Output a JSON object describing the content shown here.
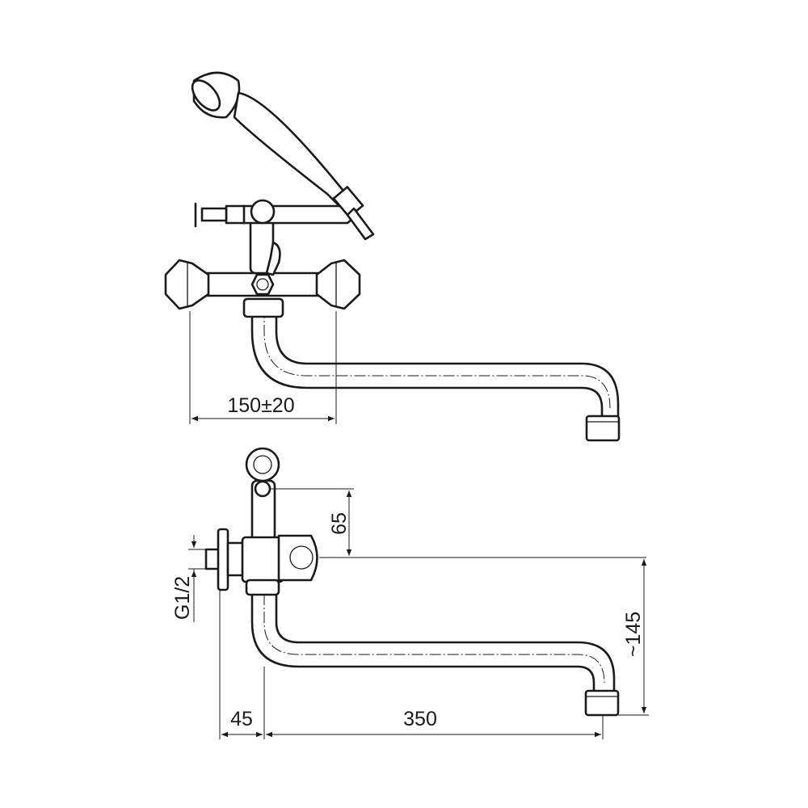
{
  "drawing": {
    "front_view": {
      "width_dimension": "150±20"
    },
    "side_view": {
      "holder_height": "65",
      "thread": "G1/2",
      "spout_drop": "~145",
      "wall_offset": "45",
      "spout_reach": "350"
    }
  }
}
